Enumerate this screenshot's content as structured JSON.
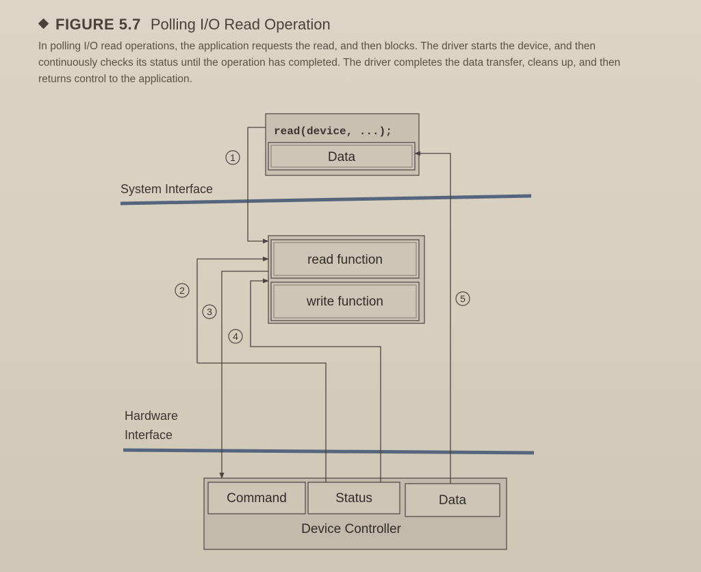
{
  "figure": {
    "label": "FIGURE 5.7",
    "title": "Polling I/O Read Operation",
    "caption": "In polling I/O read operations, the application requests the read, and then blocks. The driver starts the device, and then continuously checks its status until the operation has completed. The driver completes the data transfer, cleans up, and then returns control to the application."
  },
  "diagram": {
    "app": {
      "call": "read(device, ...);",
      "data": "Data"
    },
    "system_interface": "System Interface",
    "driver": {
      "read_function": "read function",
      "write_function": "write function"
    },
    "hardware_interface": {
      "line1": "Hardware",
      "line2": "Interface"
    },
    "controller": {
      "command": "Command",
      "status": "Status",
      "data": "Data",
      "label": "Device Controller"
    },
    "steps": [
      "1",
      "2",
      "3",
      "4",
      "5"
    ]
  },
  "colors": {
    "box_fill": "#c2bbac",
    "inner_fill": "#cdc6b7",
    "interface_line": "#56657e",
    "stroke": "#4a4541",
    "text": "#2f2b26"
  }
}
